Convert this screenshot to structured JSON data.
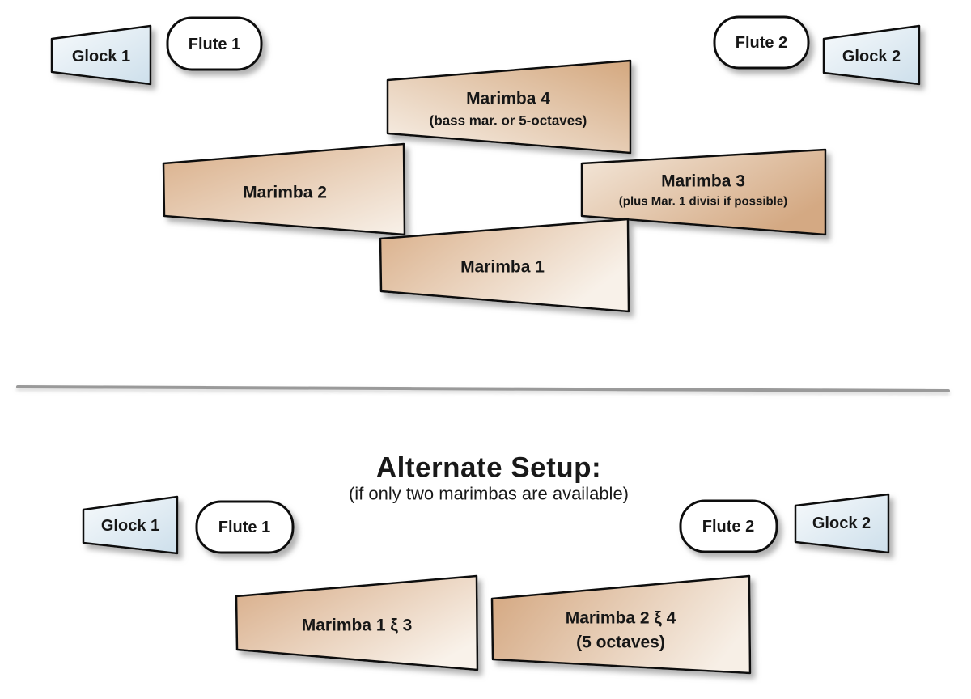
{
  "top": {
    "glock1": {
      "label": "Glock 1"
    },
    "flute1": {
      "label": "Flute 1"
    },
    "marimba4": {
      "label": "Marimba 4",
      "sublabel": "(bass mar. or 5-octaves)"
    },
    "marimba2": {
      "label": "Marimba 2"
    },
    "marimba3": {
      "label": "Marimba 3",
      "sublabel": "(plus Mar. 1 divisi if possible)"
    },
    "marimba1": {
      "label": "Marimba 1"
    },
    "flute2": {
      "label": "Flute 2"
    },
    "glock2": {
      "label": "Glock 2"
    }
  },
  "alternate": {
    "heading": "Alternate Setup:",
    "subheading": "(if only two marimbas are available)",
    "glock1": {
      "label": "Glock 1"
    },
    "flute1": {
      "label": "Flute 1"
    },
    "flute2": {
      "label": "Flute 2"
    },
    "glock2": {
      "label": "Glock 2"
    },
    "marimba13": {
      "label": "Marimba 1 ξ 3"
    },
    "marimba24": {
      "label": "Marimba 2 ξ 4",
      "sublabel": "(5 octaves)"
    }
  },
  "colors": {
    "marimba_dark": "#d9ae88",
    "marimba_light": "#f8f1e9",
    "glock_light": "#f5f9fc",
    "glock_blue": "#cddfeb",
    "flute_fill": "#ffffff",
    "outline": "#111111",
    "text": "#191919",
    "divider": "#9a9a9a"
  }
}
